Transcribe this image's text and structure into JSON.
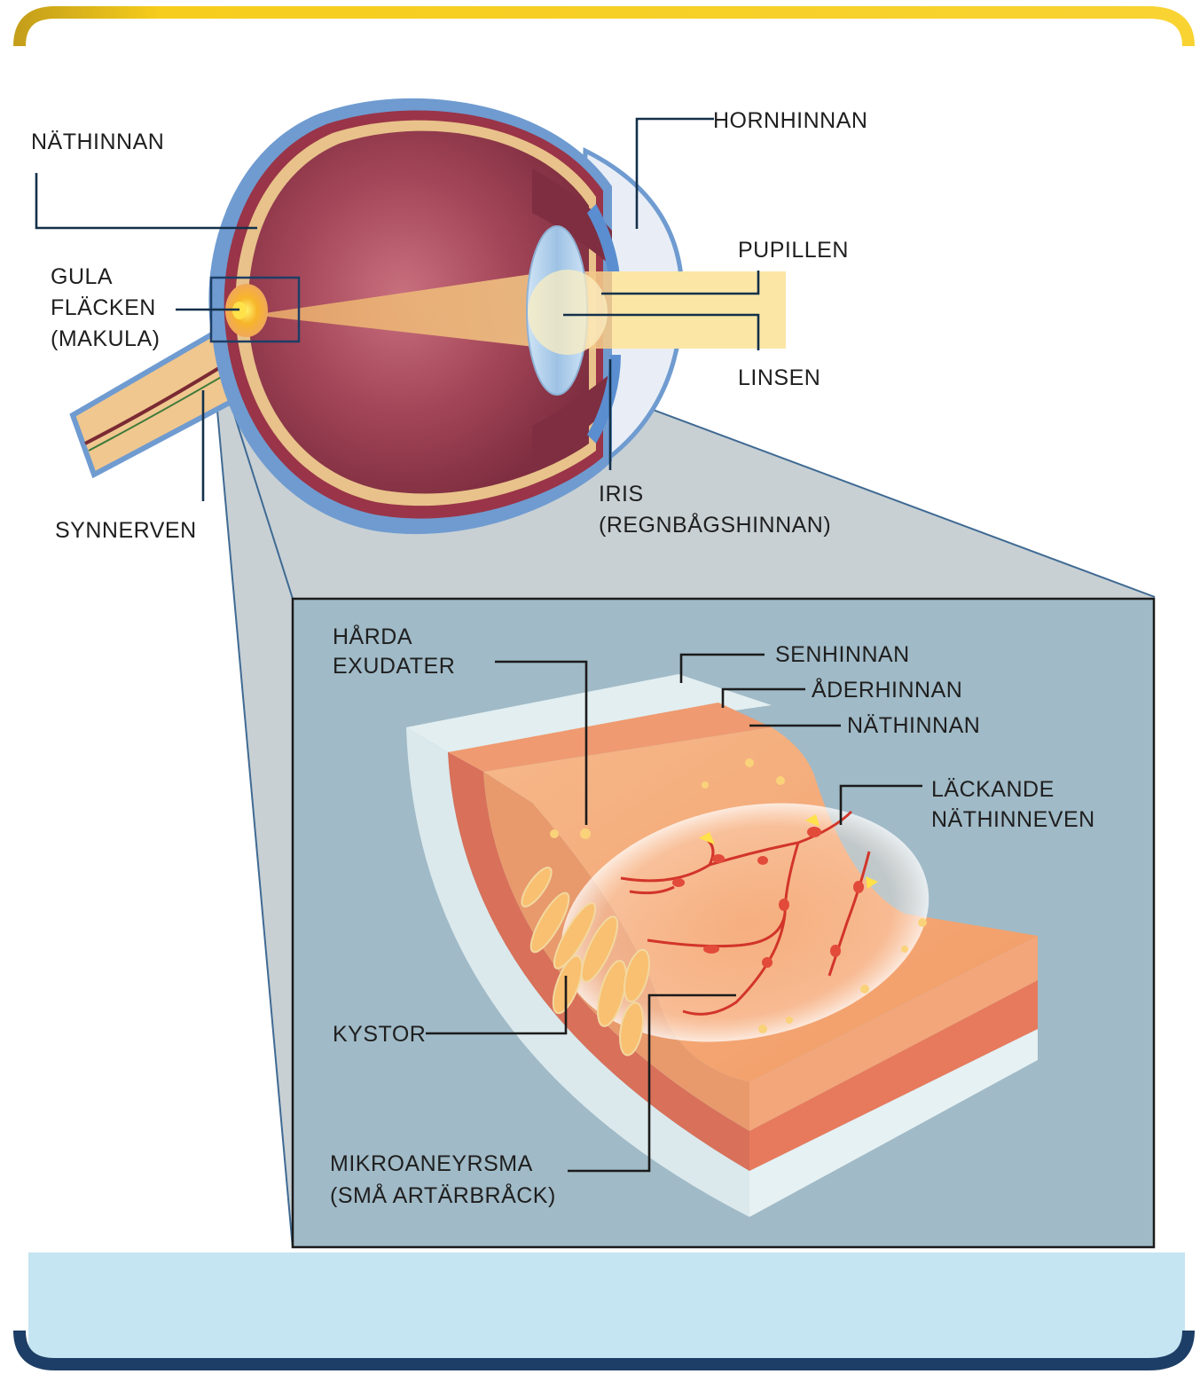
{
  "colors": {
    "frame_top": "#f2c51b",
    "frame_bottom": "#1d3e66",
    "footer_band": "#c4e5f1",
    "inset_bg": "#a0bac7",
    "zoom_cone": "#c8d0d4",
    "sclera_blue": "#6f9bd0",
    "retina_tissue": "#f1a06a",
    "leader_line": "#13304a"
  },
  "eye_labels": {
    "retina": "NÄTHINNAN",
    "cornea": "HORNHINNAN",
    "pupil": "PUPILLEN",
    "macula": [
      "GULA",
      "FLÄCKEN",
      "(MAKULA)"
    ],
    "lens": "LINSEN",
    "optic_nerve": "SYNNERVEN",
    "iris": [
      "IRIS",
      "(REGNBÅGSHINNAN)"
    ]
  },
  "detail_labels": {
    "hard_exudates": [
      "HÅRDA",
      "EXUDATER"
    ],
    "sclera": "SENHINNAN",
    "choroid": "ÅDERHINNAN",
    "retina": "NÄTHINNAN",
    "leaking_vessels": [
      "LÄCKANDE",
      "NÄTHINNEVEN"
    ],
    "cysts": "KYSTOR",
    "microaneurysm": [
      "MIKROANEYRSMA",
      "(SMÅ ARTÄRBRÅCK)"
    ]
  }
}
